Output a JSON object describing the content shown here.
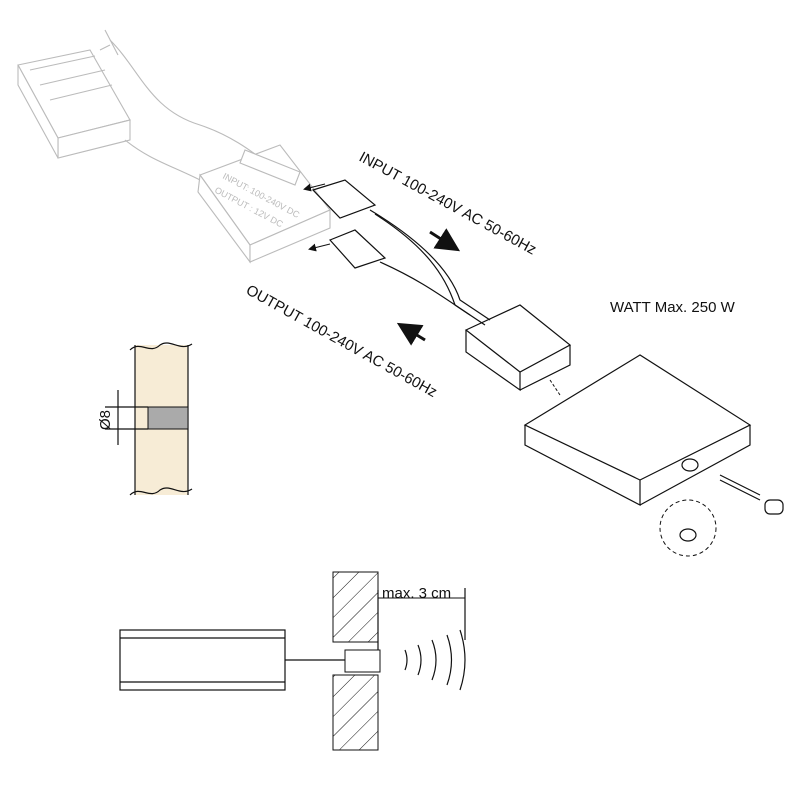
{
  "labels": {
    "input": "INPUT 100-240V AC 50-60Hz",
    "output": "OUTPUT 100-240V AC 50-60Hz",
    "watt": "WATT Max. 250 W",
    "diameter": "Ø8",
    "distance": "max. 3 cm",
    "psu_input": "INPUT: 100-240V DC",
    "psu_output": "OUTPUT : 12V DC"
  },
  "colors": {
    "wood": "#f7ecd6",
    "line": "#111111",
    "faded": "#bbbbbb",
    "sensor": "#aaaaaa"
  }
}
